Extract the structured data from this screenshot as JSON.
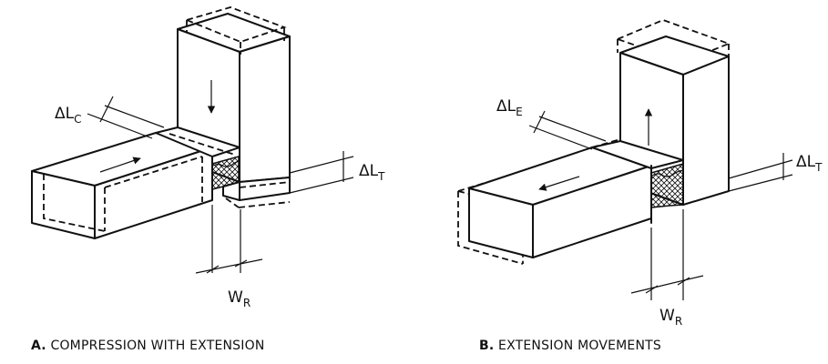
{
  "diagram_a": {
    "letter": "A.",
    "caption": "COMPRESSION WITH EXTENSION",
    "label_lc": "ΔL",
    "label_lc_sub": "C",
    "label_lt": "ΔL",
    "label_lt_sub": "T",
    "label_wr": "W",
    "label_wr_sub": "R"
  },
  "diagram_b": {
    "letter": "B.",
    "caption": "EXTENSION MOVEMENTS",
    "label_le": "ΔL",
    "label_le_sub": "E",
    "label_lt": "ΔL",
    "label_lt_sub": "T",
    "label_wr": "W",
    "label_wr_sub": "R"
  }
}
